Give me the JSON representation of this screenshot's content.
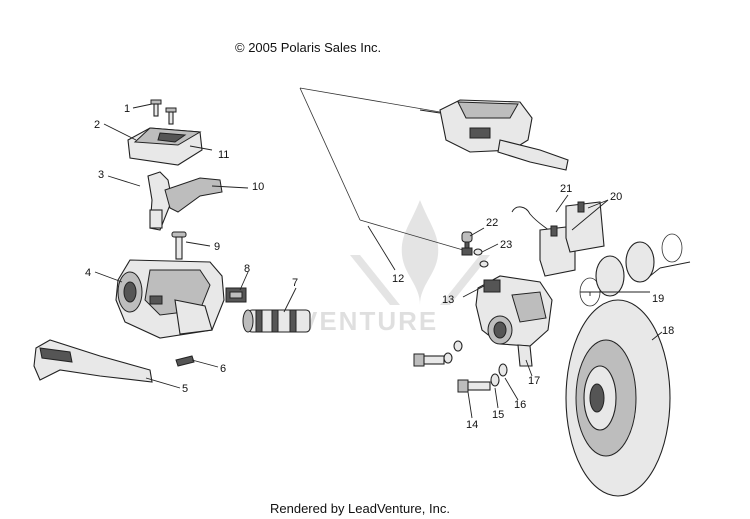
{
  "copyright": "© 2005 Polaris Sales Inc.",
  "footer": "Rendered by LeadVenture, Inc.",
  "watermark_text": "VENTURE",
  "callouts": [
    "1",
    "2",
    "3",
    "4",
    "5",
    "6",
    "7",
    "8",
    "9",
    "10",
    "11",
    "12",
    "13",
    "14",
    "15",
    "16",
    "17",
    "18",
    "19",
    "20",
    "21",
    "22",
    "23"
  ]
}
